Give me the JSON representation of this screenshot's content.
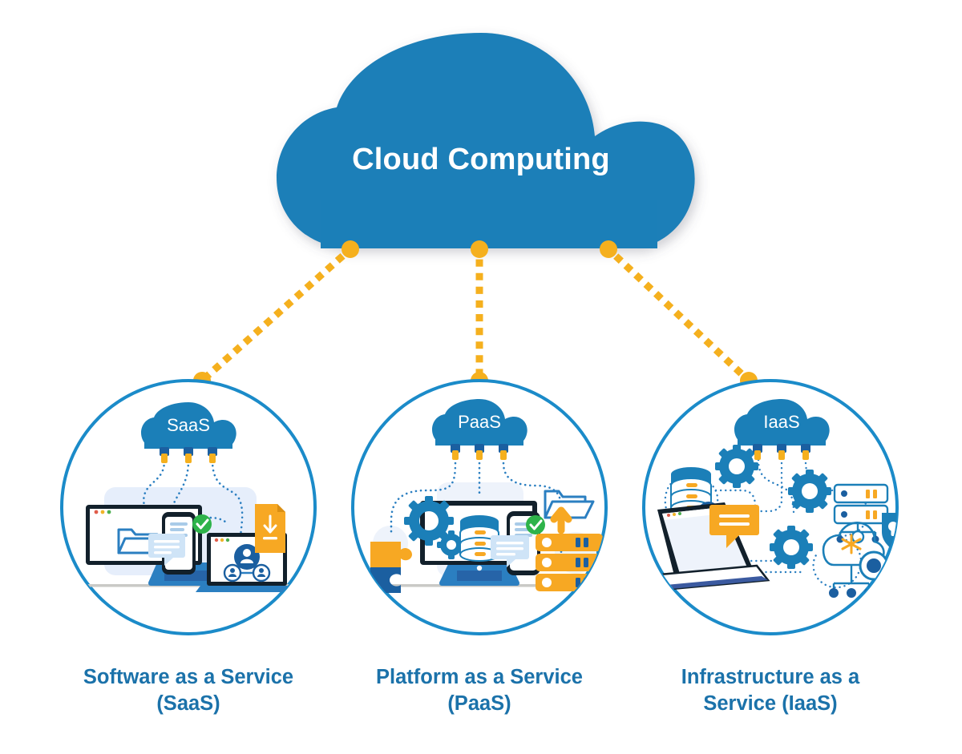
{
  "diagram": {
    "title": "Cloud Computing",
    "background": "#ffffff",
    "colors": {
      "cloud_blue": "#1b7fb8",
      "circle_stroke": "#1b8bc9",
      "connector_orange": "#f5b01e",
      "label_blue": "#1b72aa",
      "dark_blue": "#1b5fa0",
      "mid_blue": "#2b7fc1",
      "pale_blue": "#dce9f7",
      "green_check": "#2eb34a",
      "dark_navy": "#12202b",
      "amber": "#f7a823"
    }
  },
  "central_cloud": {
    "label": "Cloud Computing",
    "icon": "cloud-icon"
  },
  "connectors": [
    {
      "name": "connector-cloud-to-saas",
      "from_label": "Cloud Computing",
      "to_label": "SaaS",
      "style": "dotted",
      "color": "#f5b01e"
    },
    {
      "name": "connector-cloud-to-paas",
      "from_label": "Cloud Computing",
      "to_label": "PaaS",
      "style": "dotted",
      "color": "#f5b01e"
    },
    {
      "name": "connector-cloud-to-iaas",
      "from_label": "Cloud Computing",
      "to_label": "IaaS",
      "style": "dotted",
      "color": "#f5b01e"
    }
  ],
  "services": [
    {
      "id": "saas",
      "mini_cloud_label": "SaaS",
      "caption_line1": "Software as a Service",
      "caption_line2": "(SaaS)",
      "icons": [
        "cloud-icon",
        "plug-connector-icon",
        "desktop-monitor-icon",
        "folder-icon",
        "smartphone-icon",
        "chat-bubble-icon",
        "green-check-icon",
        "laptop-icon",
        "user-network-icon",
        "download-document-icon"
      ]
    },
    {
      "id": "paas",
      "mini_cloud_label": "PaaS",
      "caption_line1": "Platform as a Service",
      "caption_line2": "(PaaS)",
      "icons": [
        "cloud-icon",
        "plug-connector-icon",
        "puzzle-piece-icon",
        "gear-icon",
        "desktop-monitor-icon",
        "database-icon",
        "smartphone-icon",
        "chat-bubble-icon",
        "green-check-icon",
        "folder-upload-icon",
        "server-rack-icon"
      ]
    },
    {
      "id": "iaas",
      "mini_cloud_label": "IaaS",
      "caption_line1": "Infrastructure as a",
      "caption_line2": "Service (IaaS)",
      "icons": [
        "cloud-icon",
        "plug-connector-icon",
        "database-check-icon",
        "gear-icon",
        "server-lock-icon",
        "shield-key-icon",
        "network-cloud-icon",
        "laptop-icon",
        "chat-bubble-icon"
      ]
    }
  ]
}
